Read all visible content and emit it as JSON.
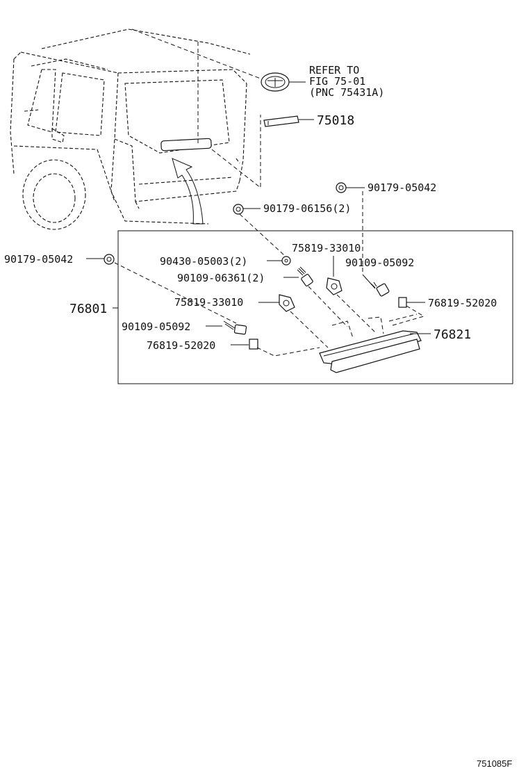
{
  "refer": {
    "line1": "REFER TO",
    "line2": "FIG 75-01",
    "line3": "(PNC 75431A)"
  },
  "parts": {
    "p75018": "75018",
    "p90179_05042_top": "90179-05042",
    "p90179_06156": "90179-06156(2)",
    "p75819_33010_top": "75819-33010",
    "p90430_05003": "90430-05003(2)",
    "p90109_05092_right": "90109-05092",
    "p90179_05042_left": "90179-05042",
    "p90109_06361": "90109-06361(2)",
    "p75819_33010_mid": "75819-33010",
    "p76819_52020_right": "76819-52020",
    "p76801": "76801",
    "p90109_05092_left": "90109-05092",
    "p76821": "76821",
    "p76819_52020_left": "76819-52020"
  },
  "figure_code": "751085F"
}
